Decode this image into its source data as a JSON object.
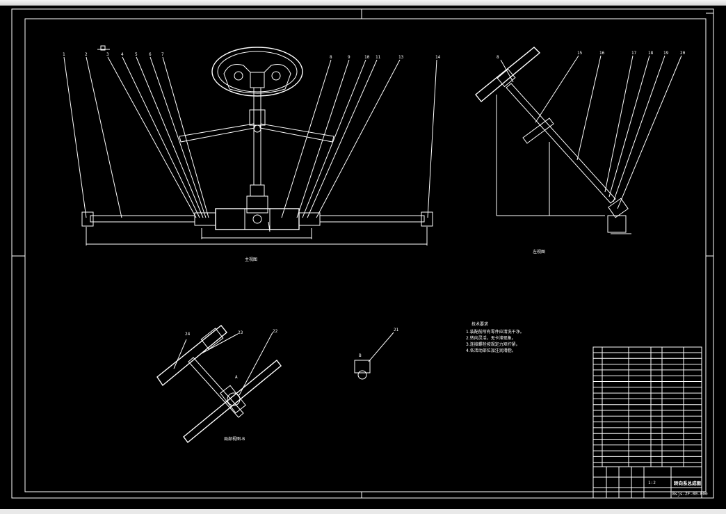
{
  "drawing": {
    "view_captions": {
      "front": "主视图",
      "side": "左视图",
      "detail": "局部视图-B",
      "part31": "B"
    },
    "dimensions": {
      "overall_width": "",
      "inner_width": "",
      "center": "",
      "side_height": "",
      "side_length": "",
      "side_base": "",
      "side_offset": ""
    },
    "balloons": {
      "front_left": [
        "1",
        "2",
        "3",
        "4",
        "5",
        "6",
        "7"
      ],
      "front_right": [
        "8",
        "9",
        "10",
        "11",
        "13",
        "14"
      ],
      "side": [
        "8",
        "15",
        "16",
        "17",
        "18",
        "19",
        "20"
      ],
      "detail": [
        "24",
        "23",
        "22",
        "21"
      ],
      "detail_mark": "A"
    },
    "technical_requirements": {
      "title": "技术要求",
      "items": [
        "1.装配前所有零件应清洗干净。",
        "2.转向灵活，无卡滞现象。",
        "3.连接螺栓按规定力矩拧紧。",
        "4.各活动部位加注润滑脂。"
      ]
    },
    "title_block": {
      "drawing_title": "转向系总成图",
      "drawing_number": "Bsjs-ZF-00-000",
      "scale": "1:2"
    }
  }
}
